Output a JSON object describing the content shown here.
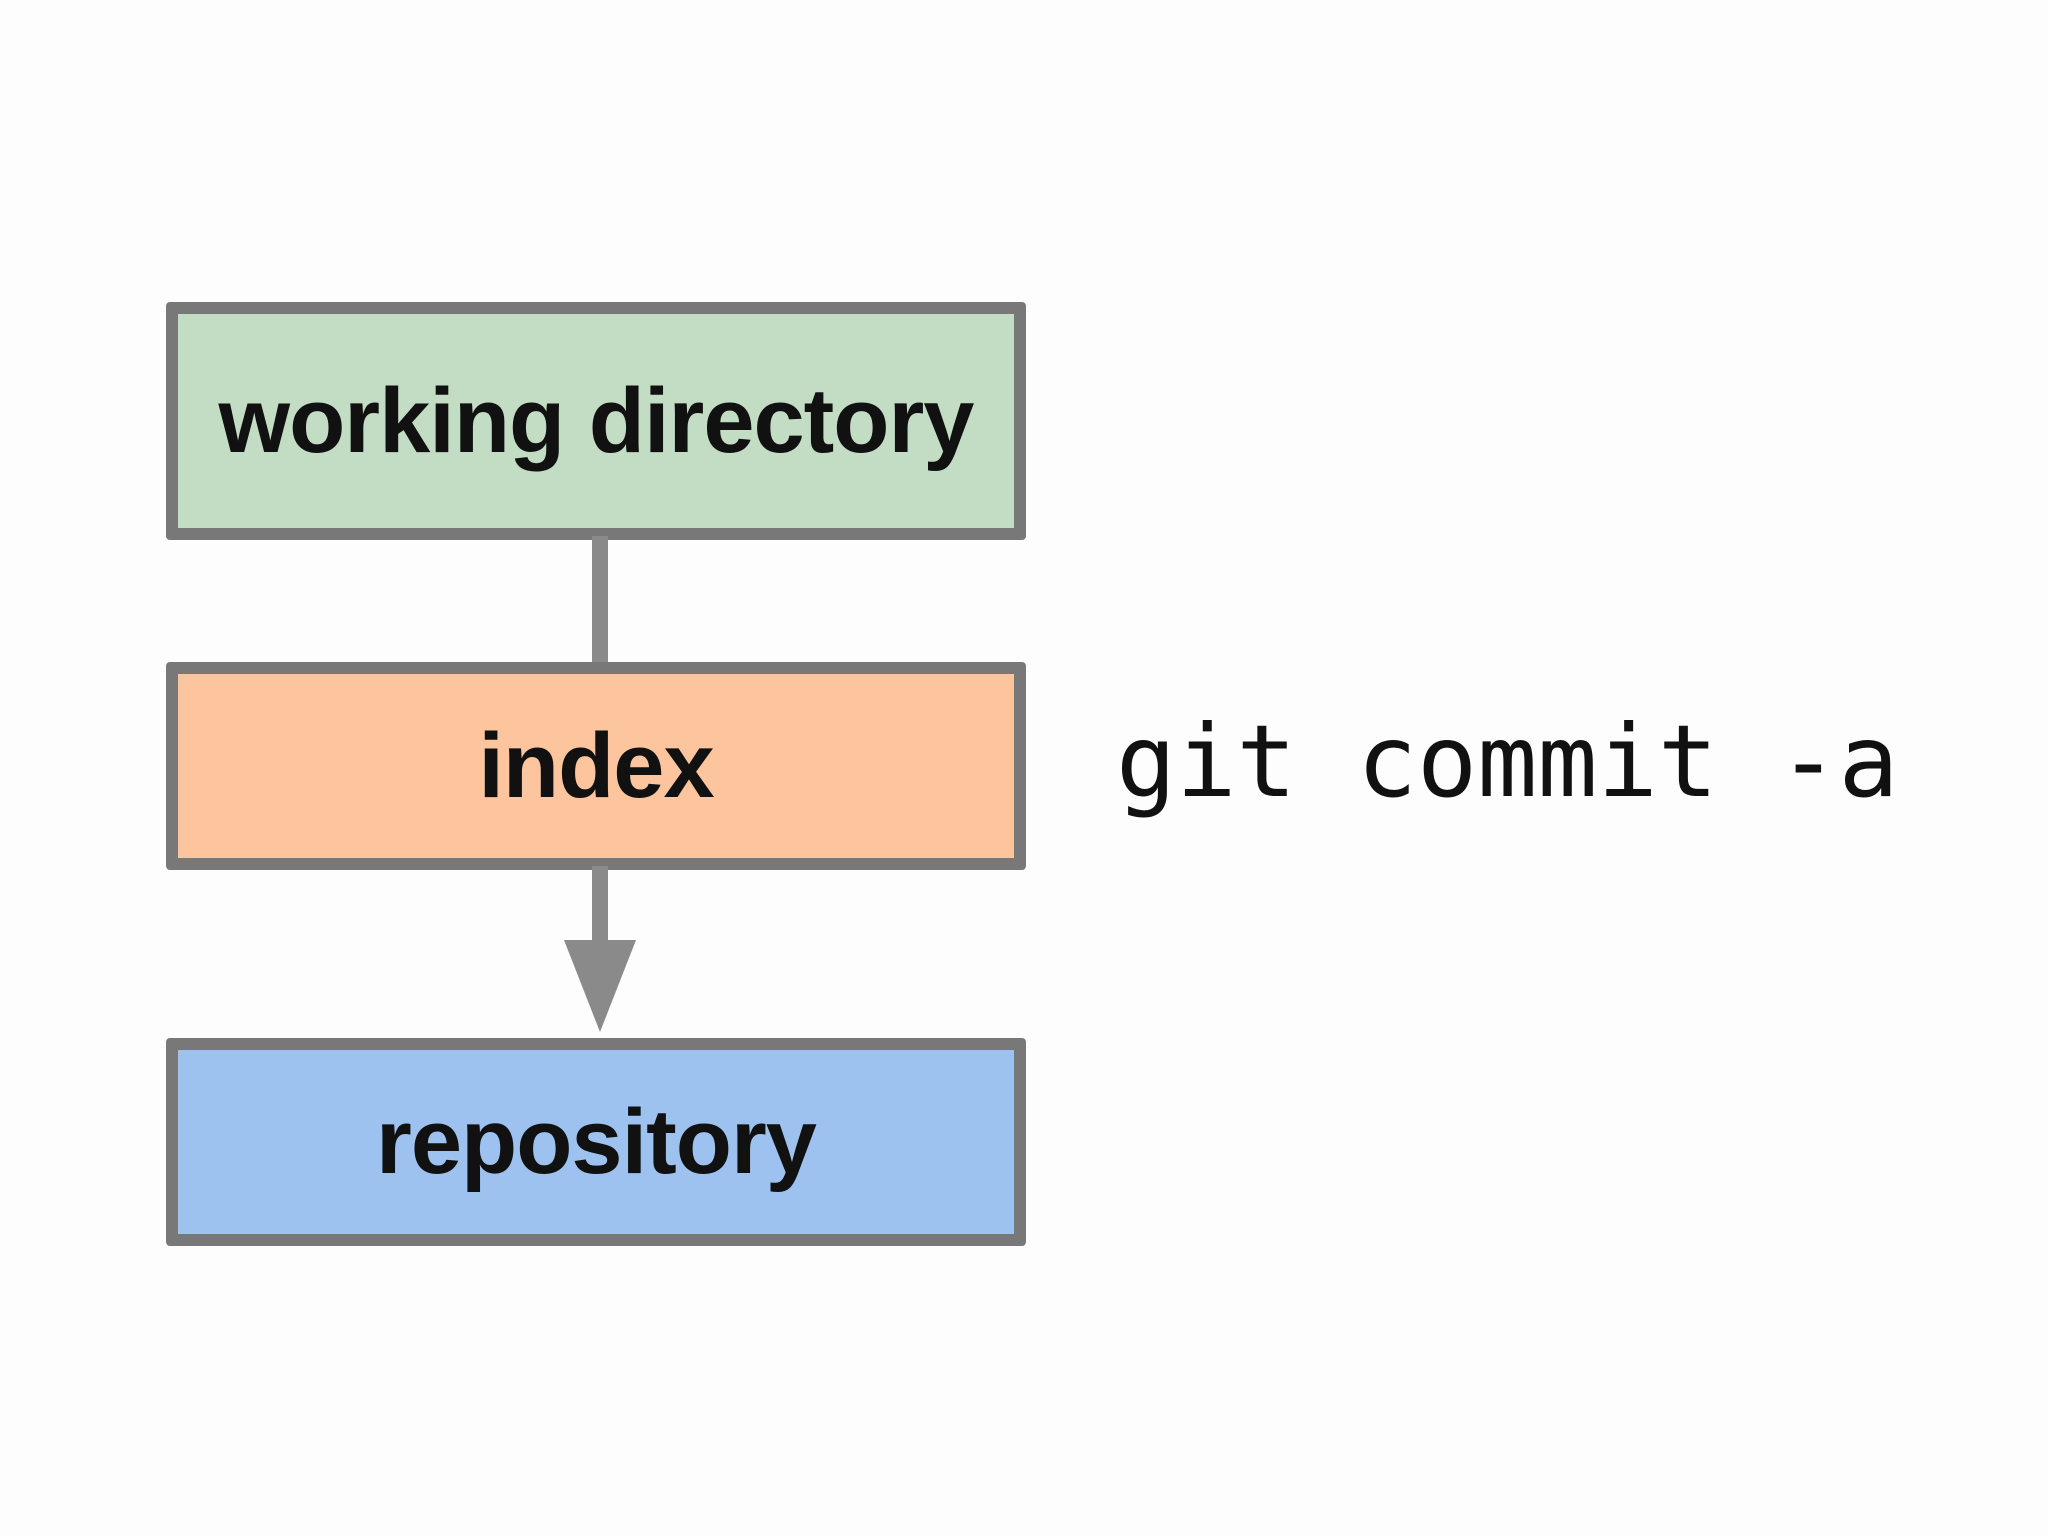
{
  "diagram": {
    "boxes": {
      "working_directory": {
        "label": "working directory",
        "color": "#c3dcc4"
      },
      "index": {
        "label": "index",
        "color": "#fdc59d"
      },
      "repository": {
        "label": "repository",
        "color": "#9dc2ef"
      }
    },
    "border_color": "#787878",
    "arrow_color": "#8a8a8a",
    "command": "git commit -a"
  }
}
